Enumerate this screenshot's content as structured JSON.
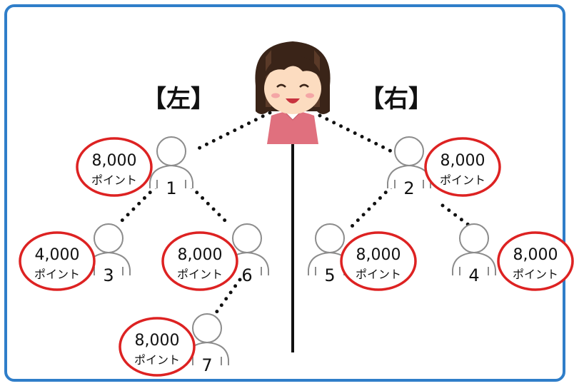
{
  "title_left": "【左】",
  "title_right": "【右】",
  "point_unit": "ポイント",
  "colors": {
    "frame": "#2f7ec9",
    "circle": "#dd2222",
    "person_outline": "#8c8c8c",
    "line": "#111111"
  },
  "nodes": [
    {
      "id": "1",
      "label": "1",
      "points": "8,000"
    },
    {
      "id": "2",
      "label": "2",
      "points": "8,000"
    },
    {
      "id": "3",
      "label": "3",
      "points": "4,000"
    },
    {
      "id": "6",
      "label": "6",
      "points": "8,000"
    },
    {
      "id": "5",
      "label": "5",
      "points": "8,000"
    },
    {
      "id": "4",
      "label": "4",
      "points": "8,000"
    },
    {
      "id": "7",
      "label": "7",
      "points": "8,000"
    }
  ],
  "edges": [
    {
      "from": "root",
      "to": "1"
    },
    {
      "from": "root",
      "to": "2"
    },
    {
      "from": "1",
      "to": "3"
    },
    {
      "from": "1",
      "to": "6"
    },
    {
      "from": "6",
      "to": "7"
    },
    {
      "from": "2",
      "to": "5"
    },
    {
      "from": "2",
      "to": "4"
    }
  ]
}
